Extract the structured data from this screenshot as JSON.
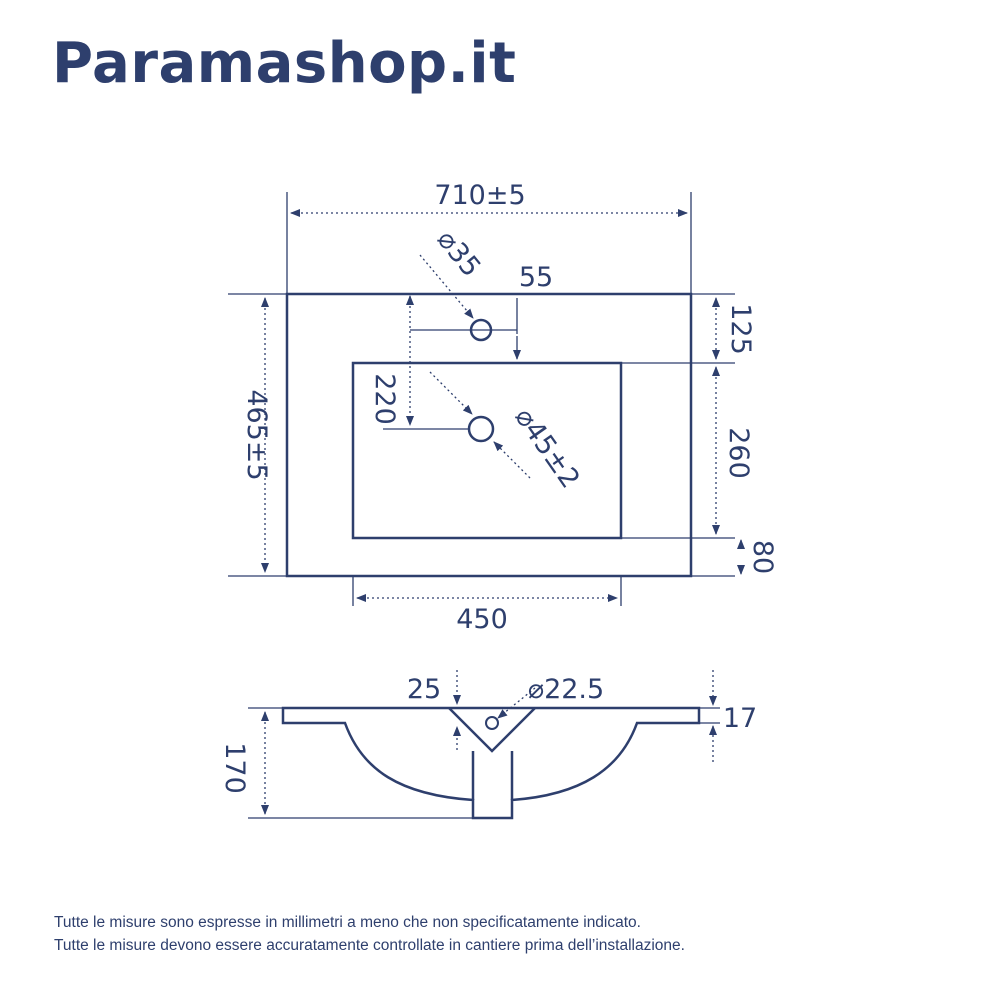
{
  "brand": {
    "name": "Paramashop.it"
  },
  "colors": {
    "ink": "#2e3f6d",
    "background": "#ffffff"
  },
  "top_view": {
    "width_label": "710±5",
    "depth_label": "465±5",
    "tap_hole_diameter": "⌀35",
    "tap_hole_offset": "55",
    "back_margin": "125",
    "bowl_depth": "260",
    "front_margin": "80",
    "bowl_width": "450",
    "hole_to_drain": "220",
    "drain_diameter": "⌀45±2"
  },
  "side_view": {
    "overflow_offset": "25",
    "overflow_diameter": "⌀22.5",
    "rim_thickness": "17",
    "height_label": "170"
  },
  "notes": [
    "Tutte le misure sono espresse in millimetri a meno che non specificatamente indicato.",
    "Tutte le misure devono essere accuratamente controllate in cantiere prima dell’installazione."
  ]
}
